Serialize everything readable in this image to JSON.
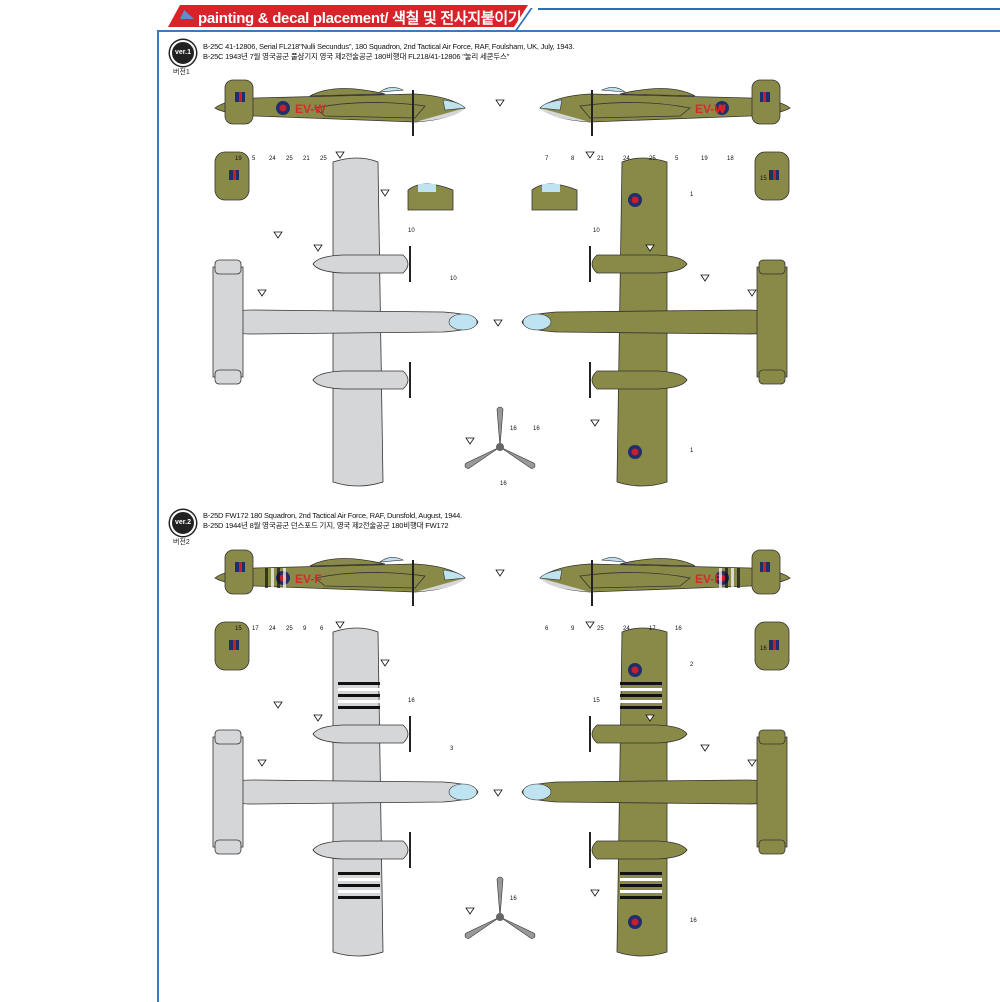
{
  "header": {
    "title": "painting & decal placement/ 색칠 및 전사지붙이기",
    "accent": "#d8232a",
    "line_color": "#2a6fb8"
  },
  "versions": [
    {
      "badge": "ver.1",
      "badge_sub": "버전1",
      "line_en": "B-25C 41-12806, Serial FL218\"Nulli Secundus\", 180 Squadron, 2nd Tactical Air Force, RAF, Foulsham, UK, July, 1943.",
      "line_kr": "B-25C 1943년 7월 영국공군 풀샴기지 영국 제2전술공군 180비행대 FL218/41-12806 \"눌리 세쿤두스\"",
      "scheme": {
        "top": "#8a8a48",
        "under": "#d4d6d8",
        "invasion_stripes": false
      },
      "codes": "EV-W",
      "callouts_left_side": [
        "19",
        "5",
        "24",
        "25",
        "21",
        "25"
      ],
      "callouts_right_side": [
        "7",
        "8",
        "21",
        "24",
        "25",
        "5",
        "19",
        "18"
      ],
      "callouts_other": [
        "16",
        "10",
        "10",
        "10",
        "1",
        "1",
        "15",
        "16",
        "16"
      ]
    },
    {
      "badge": "ver.2",
      "badge_sub": "버전2",
      "line_en": "B-25D FW172 180 Squadron, 2nd Tactical Air Force, RAF, Dunsfold, August, 1944.",
      "line_kr": "B-25D 1944년 8월 영국공군 던스포드 기지, 영국 제2전술공군 180비행대 FW172",
      "scheme": {
        "top": "#8a8a48",
        "under": "#d4d6d8",
        "invasion_stripes": true
      },
      "codes": "EV-F",
      "callouts_left_side": [
        "15",
        "17",
        "24",
        "25",
        "9",
        "6"
      ],
      "callouts_right_side": [
        "6",
        "9",
        "25",
        "24",
        "17",
        "16"
      ],
      "callouts_other": [
        "16",
        "16",
        "15",
        "3",
        "2",
        "16",
        "16"
      ]
    }
  ],
  "colors": {
    "olive": "#8a8a48",
    "silver": "#d4d6d8",
    "roundel_blue": "#1f2f6e",
    "roundel_red": "#c8202a",
    "glass": "#bfe3f0",
    "code_red": "#d42a2a"
  }
}
